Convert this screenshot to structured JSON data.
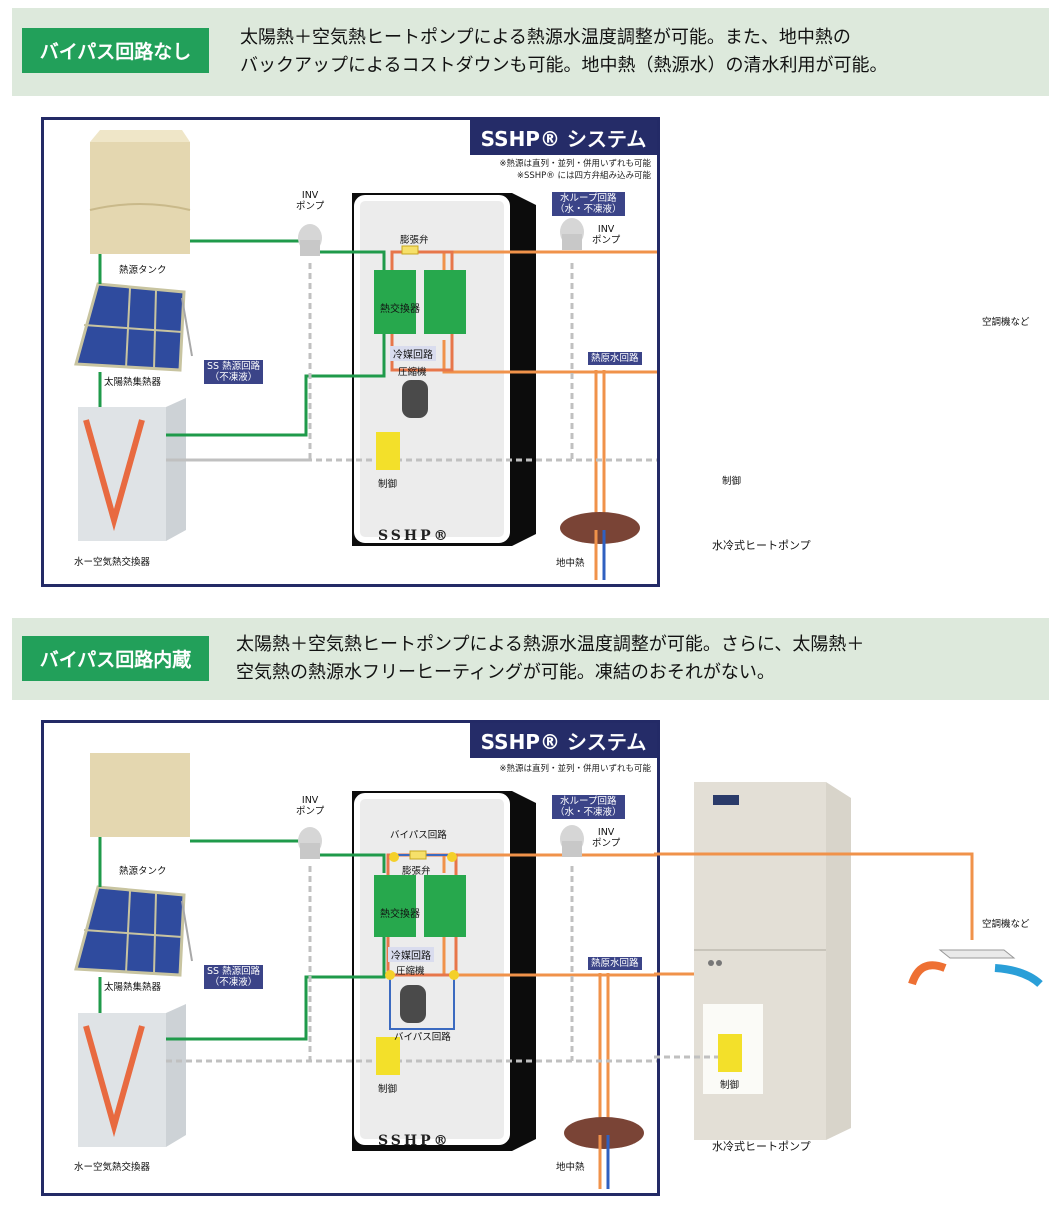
{
  "section1": {
    "tag": "バイパス回路なし",
    "desc_line1": "太陽熱＋空気熱ヒートポンプによる熱源水温度調整が可能。また、地中熱の",
    "desc_line2": "バックアップによるコストダウンも可能。地中熱（熱源水）の清水利用が可能。",
    "panel": {
      "title": "SSHP® システム",
      "note1": "※熱源は直列・並列・併用いずれも可能",
      "note2": "※SSHP® には四方弁組み込み可能",
      "inv_pump1": "INV\nポンプ",
      "inv_pump2": "INV\nポンプ",
      "water_loop": "水ループ回路\n（水・不凍液）",
      "heat_source_tank": "熱源タンク",
      "solar_collector": "太陽熱集熱器",
      "ss_circuit": "SS 熱源回路\n（不凍液）",
      "air_hx": "水ー空気熱交換器",
      "expansion_valve": "膨張弁",
      "heat_exchanger": "熱交換器",
      "refrigerant_circuit": "冷媒回路",
      "compressor": "圧縮機",
      "control1": "制御",
      "sshp_label": "SSHP®",
      "heat_source_water": "熱原水回路",
      "geothermal": "地中熱",
      "water_cooled_hp": "水冷式ヒートポンプ",
      "control2": "制御",
      "aircon": "空調機など"
    }
  },
  "section2": {
    "tag": "バイパス回路内蔵",
    "desc_line1": "太陽熱＋空気熱ヒートポンプによる熱源水温度調整が可能。さらに、太陽熱＋",
    "desc_line2": "空気熱の熱源水フリーヒーティングが可能。凍結のおそれがない。",
    "panel": {
      "title": "SSHP® システム",
      "note1": "※熱源は直列・並列・併用いずれも可能",
      "inv_pump1": "INV\nポンプ",
      "inv_pump2": "INV\nポンプ",
      "water_loop": "水ループ回路\n（水・不凍液）",
      "heat_source_tank": "熱源タンク",
      "solar_collector": "太陽熱集熱器",
      "ss_circuit": "SS 熱源回路\n（不凍液）",
      "air_hx": "水ー空気熱交換器",
      "bypass_top": "バイパス回路",
      "expansion_valve": "膨張弁",
      "heat_exchanger": "熱交換器",
      "refrigerant_circuit": "冷媒回路",
      "compressor": "圧縮機",
      "bypass_bottom": "バイパス回路",
      "control1": "制御",
      "sshp_label": "SSHP®",
      "heat_source_water": "熱原水回路",
      "geothermal": "地中熱",
      "water_cooled_hp": "水冷式ヒートポンプ",
      "control2": "制御",
      "aircon": "空調機など"
    }
  },
  "colors": {
    "green_pipe": "#1f9a4a",
    "orange_pipe": "#f0924a",
    "navy": "#252c68",
    "tag_green": "#22a05a",
    "band": "#dde9dc"
  }
}
